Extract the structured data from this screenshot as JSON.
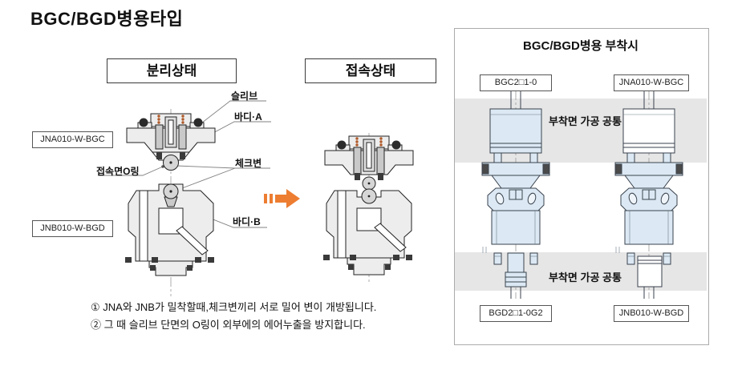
{
  "page": {
    "title": "BGC/BGD병용타입"
  },
  "states": {
    "separated": "분리상태",
    "connected": "접속상태"
  },
  "callouts": {
    "sleeve": "슬리브",
    "body_a": "바디·A",
    "check_valve": "체크변",
    "contact_face_oring": "접속면O링",
    "body_b": "바디·B"
  },
  "models": {
    "jna": "JNA010-W-BGC",
    "jnb": "JNB010-W-BGD"
  },
  "notes": [
    "① JNA와 JNB가 밀착할때,체크변끼리 서로 밀어 변이 개방됩니다.",
    "② 그 때 슬리브 단면의 O링이 외부에의 에어누출을 방지합니다."
  ],
  "panel": {
    "title": "BGC/BGD병용 부착시",
    "labels": {
      "top_left": "BGC2□1-0",
      "top_right": "JNA010-W-BGC",
      "bottom_left": "BGD2□1-0G2",
      "bottom_right": "JNB010-W-BGD"
    },
    "band_top": "부착면 가공 공통",
    "band_bottom": "부착면 가공 공통"
  },
  "icons": {
    "transition_arrow": "orange-right-arrow"
  },
  "colors": {
    "arrow_orange": "#ed7d31",
    "drawing_fill_gray": "#ededed",
    "drawing_fill_blue": "#dce9f4",
    "band_gray": "#e6e6e6",
    "spring_brown": "#b05a2a",
    "oring_black": "#2b2b2b"
  }
}
